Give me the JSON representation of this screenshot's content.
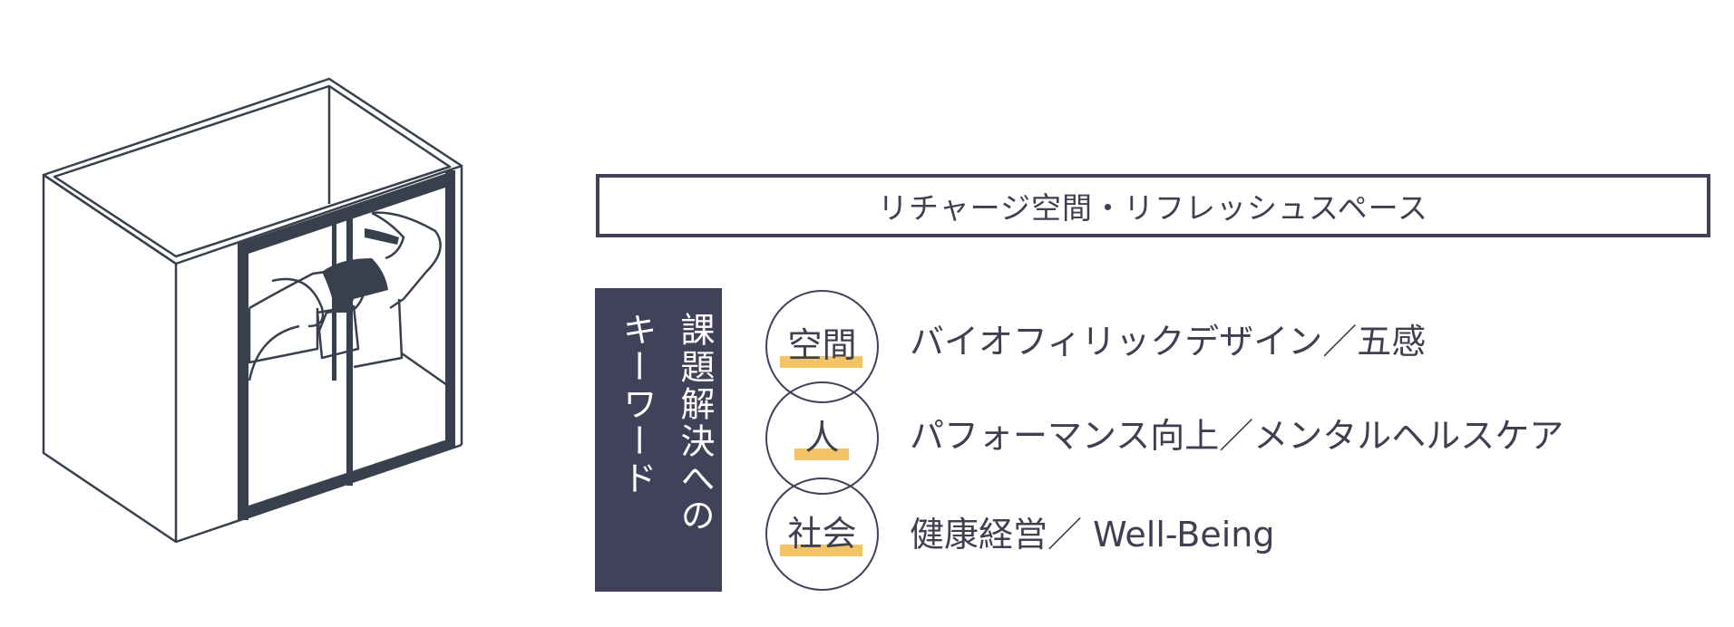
{
  "title": "リチャージ空間・リフレッシュスペース",
  "side_panel": {
    "line1": "課題解決への",
    "line2": "キーワード"
  },
  "keywords": [
    {
      "label": "空間",
      "text": "バイオフィリックデザイン／五感"
    },
    {
      "label": "人",
      "text": "パフォーマンス向上／メンタルヘルスケア"
    },
    {
      "label": "社会",
      "text": "健康経営／ Well-Being"
    }
  ],
  "colors": {
    "navy": "#41415a",
    "highlight": "#f2c466",
    "ink": "#39404d"
  }
}
